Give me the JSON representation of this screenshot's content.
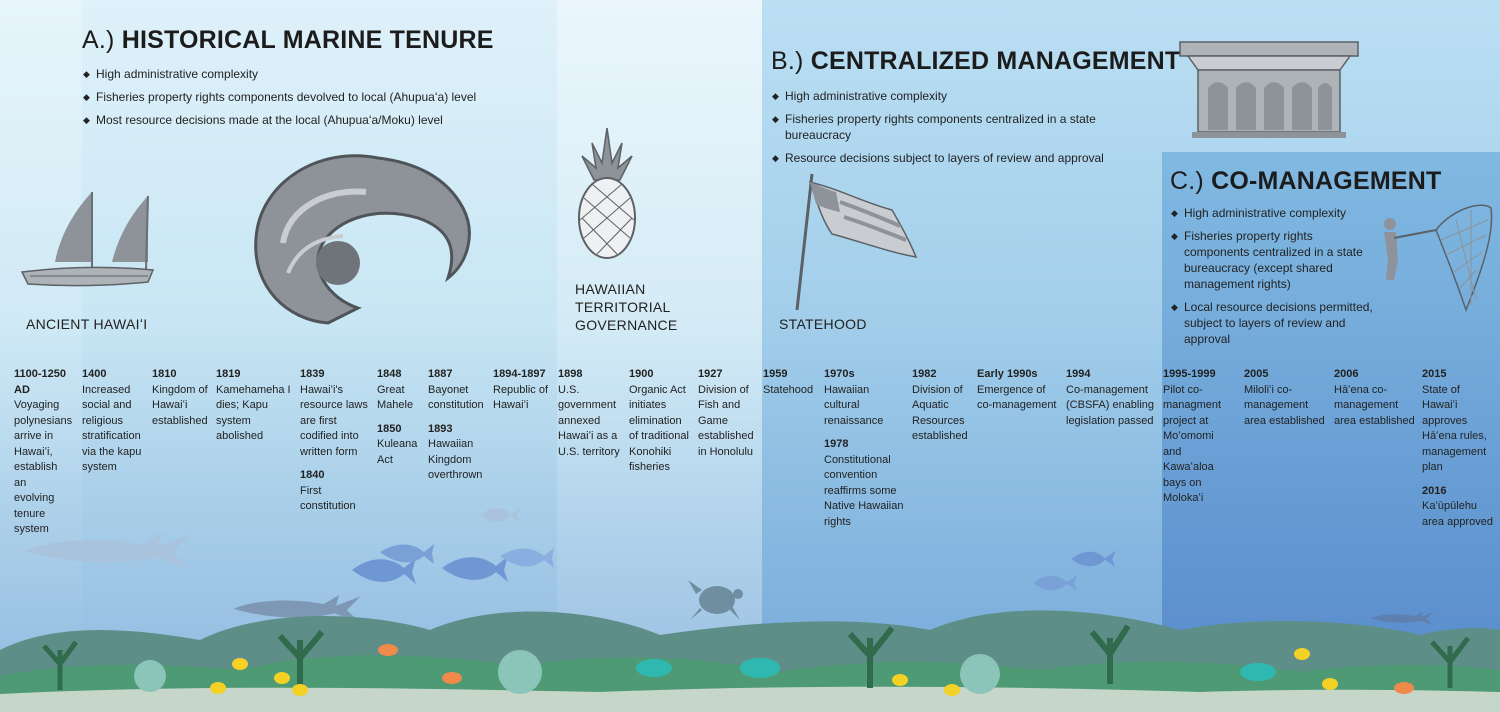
{
  "sections": [
    {
      "prefix": "A.)",
      "title": "HISTORICAL MARINE TENURE",
      "bullets": [
        "High administrative complexity",
        "Fisheries property rights components devolved to local (Ahupuaʻa) level",
        "Most resource decisions made at the local (Ahupuaʻa/Moku) level"
      ]
    },
    {
      "prefix": "B.)",
      "title": "CENTRALIZED MANAGEMENT",
      "bullets": [
        "High administrative complexity",
        "Fisheries property rights components centralized in a state bureaucracy",
        "Resource decisions subject to layers of review and approval"
      ]
    },
    {
      "prefix": "C.)",
      "title": "CO-MANAGEMENT",
      "bullets": [
        "High administrative complexity",
        "Fisheries property rights components centralized in a state bureaucracy (except shared management rights)",
        "Local resource decisions permitted, subject to layers of review and approval"
      ]
    }
  ],
  "eras": {
    "ancient": "ANCIENT HAWAIʻI",
    "territorial": "HAWAIIAN TERRITORIAL GOVERNANCE",
    "statehood": "STATEHOOD"
  },
  "events": [
    {
      "year": "1100-1250 AD",
      "text": "Voyaging polynesians arrive in Hawaiʻi, establish an evolving tenure system"
    },
    {
      "year": "1400",
      "text": "Increased social and religious stratification via the kapu system"
    },
    {
      "year": "1810",
      "text": "Kingdom of Hawaiʻi established"
    },
    {
      "year": "1819",
      "text": "Kamehameha I dies; Kapu system abolished"
    },
    {
      "year": "1839",
      "text": "Hawaiʻi's resource laws are first codified into written form"
    },
    {
      "year": "1840",
      "text": "First constitution"
    },
    {
      "year": "1848",
      "text": "Great Mahele"
    },
    {
      "year": "1850",
      "text": "Kuleana Act"
    },
    {
      "year": "1887",
      "text": "Bayonet constitution"
    },
    {
      "year": "1893",
      "text": "Hawaiian Kingdom overthrown"
    },
    {
      "year": "1894-1897",
      "text": "Republic of Hawaiʻi"
    },
    {
      "year": "1898",
      "text": "U.S. government annexed Hawaiʻi as a U.S. territory"
    },
    {
      "year": "1900",
      "text": "Organic Act initiates elimination of traditional Konohiki fisheries"
    },
    {
      "year": "1927",
      "text": "Division of Fish and Game established in Honolulu"
    },
    {
      "year": "1959",
      "text": "Statehood"
    },
    {
      "year": "1970s",
      "text": "Hawaiian cultural renaissance"
    },
    {
      "year": "1978",
      "text": "Constitutional convention reaffirms some Native Hawaiian rights"
    },
    {
      "year": "1982",
      "text": "Division of Aquatic Resources established"
    },
    {
      "year": "Early 1990s",
      "text": "Emergence of co-management"
    },
    {
      "year": "1994",
      "text": "Co-management (CBSFA) enabling legislation passed"
    },
    {
      "year": "1995-1999",
      "text": "Pilot co-managment project at Moʻomomi and Kawaʻaloa bays on Molokaʻi"
    },
    {
      "year": "2005",
      "text": "Miloliʻi co-management area established"
    },
    {
      "year": "2006",
      "text": "Hāʻena co-management area established"
    },
    {
      "year": "2015",
      "text": "State of Hawaiʻi approves Hāʻena rules, management plan"
    },
    {
      "year": "2016",
      "text": "Kaʻūpūlehu area approved"
    }
  ],
  "icons": [
    "canoe-icon",
    "fishhook-icon",
    "pineapple-icon",
    "flag-icon",
    "capitol-building-icon",
    "net-fisher-icon",
    "shark-icon",
    "fish-icon",
    "turtle-icon",
    "coral-reef-icon"
  ],
  "colors": {
    "sky_top": "#dff1fa",
    "ocean_deep": "#6d9bd6",
    "icon_gray": "#8d9399",
    "reef_green": "#3c8a5f"
  }
}
